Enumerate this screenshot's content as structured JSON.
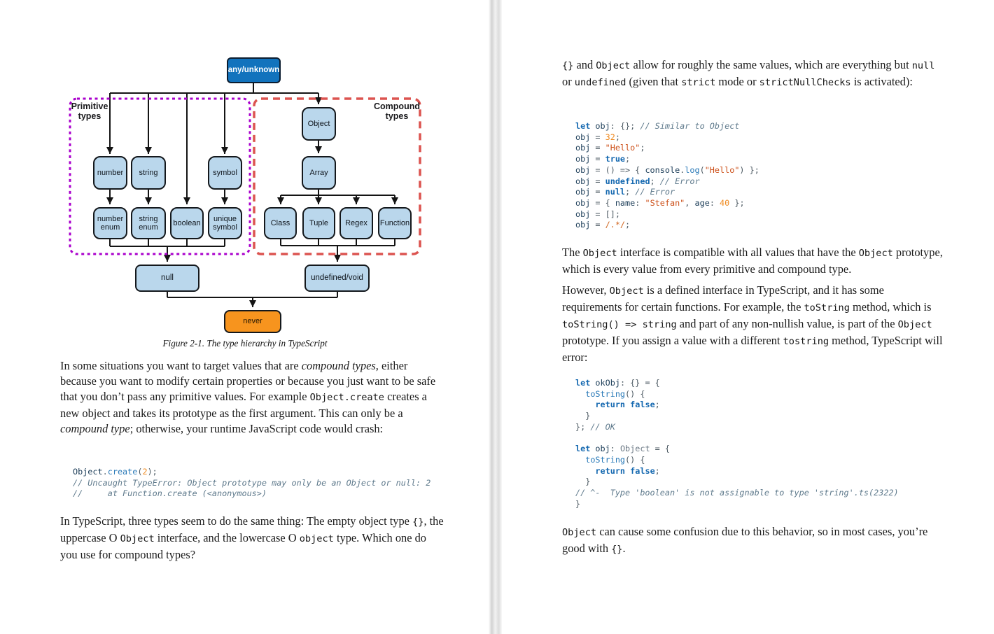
{
  "figure": {
    "caption": "Figure 2-1. The type hierarchy in TypeScript",
    "nodes": {
      "any_unknown": "any/unknown",
      "object": "Object",
      "array": "Array",
      "number": "number",
      "string": "string",
      "symbol": "symbol",
      "boolean": "boolean",
      "class": "Class",
      "tuple": "Tuple",
      "regex": "Regex",
      "function": "Function",
      "null": "null",
      "undefined_void": "undefined/void",
      "never": "never",
      "number_enum_1": "number",
      "number_enum_2": "enum",
      "string_enum_1": "string",
      "string_enum_2": "enum",
      "unique_symbol_1": "unique",
      "unique_symbol_2": "symbol",
      "primitive_label_1": "Primitive",
      "primitive_label_2": "types",
      "compound_label_1": "Compound",
      "compound_label_2": "types"
    },
    "colors": {
      "node_fill": "#bad7ec",
      "node_border": "#14181c",
      "root_fill": "#1273bd",
      "never_fill": "#f7941e",
      "primitive": "#aa00cc",
      "compound": "#dc5450",
      "line": "#141414"
    }
  },
  "code_theme": {
    "tk_kw": "#1468b0",
    "tk_fn": "#2a7ab8",
    "tk_id": "#1c3d58",
    "tk_num": "#ef8a20",
    "tk_str": "#cc4f18",
    "tk_re": "#d1661f",
    "tk_cm": "#5f7a8c",
    "tk_ty": "#6d7a86",
    "tk_p": "#4d5a63"
  },
  "left_page": {
    "para1": [
      [
        "t",
        "In some situations you want to target values that are "
      ],
      [
        "em",
        "compound types"
      ],
      [
        "t",
        ", either because you want to modify certain properties or because you just want to be safe that you don’t pass any primitive values. For example "
      ],
      [
        "c",
        "Object.create"
      ],
      [
        "t",
        " creates a new object and takes its prototype as the first argument. This can only be a "
      ],
      [
        "em",
        "compound type"
      ],
      [
        "t",
        "; otherwise, your runtime JavaScript code would crash:"
      ]
    ],
    "code1": [
      [
        [
          "id",
          "Object"
        ],
        [
          "p",
          "."
        ],
        [
          "fn",
          "create"
        ],
        [
          "p",
          "("
        ],
        [
          "num",
          "2"
        ],
        [
          "p",
          ");"
        ]
      ],
      [
        [
          "cm",
          "// Uncaught TypeError: Object prototype may only be an Object or null: 2"
        ]
      ],
      [
        [
          "cm",
          "//     at Function.create (<anonymous>)"
        ]
      ]
    ],
    "para2": [
      [
        "t",
        "In TypeScript, three types seem to do the same thing: The empty object type "
      ],
      [
        "c",
        "{}"
      ],
      [
        "t",
        ", the uppercase O "
      ],
      [
        "c",
        "Object"
      ],
      [
        "t",
        " interface, and the lowercase O "
      ],
      [
        "c",
        "object"
      ],
      [
        "t",
        " type. Which one do you use for compound types?"
      ]
    ]
  },
  "right_page": {
    "para1": [
      [
        "c",
        "{}"
      ],
      [
        "t",
        " and "
      ],
      [
        "c",
        "Object"
      ],
      [
        "t",
        " allow for roughly the same values, which are everything but "
      ],
      [
        "c",
        "null"
      ],
      [
        "t",
        " or "
      ],
      [
        "c",
        "undefined"
      ],
      [
        "t",
        " (given that "
      ],
      [
        "c",
        "strict"
      ],
      [
        "t",
        " mode or "
      ],
      [
        "c",
        "strictNullChecks"
      ],
      [
        "t",
        " is activated):"
      ]
    ],
    "code1": [
      [
        [
          "kw",
          "let"
        ],
        [
          "p",
          " "
        ],
        [
          "id",
          "obj"
        ],
        [
          "p",
          ": {}; "
        ],
        [
          "cm",
          "// Similar to Object"
        ]
      ],
      [
        [
          "id",
          "obj"
        ],
        [
          "p",
          " = "
        ],
        [
          "num",
          "32"
        ],
        [
          "p",
          ";"
        ]
      ],
      [
        [
          "id",
          "obj"
        ],
        [
          "p",
          " = "
        ],
        [
          "str",
          "\"Hello\""
        ],
        [
          "p",
          ";"
        ]
      ],
      [
        [
          "id",
          "obj"
        ],
        [
          "p",
          " = "
        ],
        [
          "kw",
          "true"
        ],
        [
          "p",
          ";"
        ]
      ],
      [
        [
          "id",
          "obj"
        ],
        [
          "p",
          " = () => { "
        ],
        [
          "id",
          "console"
        ],
        [
          "p",
          "."
        ],
        [
          "fn",
          "log"
        ],
        [
          "p",
          "("
        ],
        [
          "str",
          "\"Hello\""
        ],
        [
          "p",
          ") };"
        ]
      ],
      [
        [
          "id",
          "obj"
        ],
        [
          "p",
          " = "
        ],
        [
          "kw",
          "undefined"
        ],
        [
          "p",
          "; "
        ],
        [
          "cm",
          "// Error"
        ]
      ],
      [
        [
          "id",
          "obj"
        ],
        [
          "p",
          " = "
        ],
        [
          "kw",
          "null"
        ],
        [
          "p",
          "; "
        ],
        [
          "cm",
          "// Error"
        ]
      ],
      [
        [
          "id",
          "obj"
        ],
        [
          "p",
          " = { "
        ],
        [
          "id",
          "name"
        ],
        [
          "p",
          ": "
        ],
        [
          "str",
          "\"Stefan\""
        ],
        [
          "p",
          ", "
        ],
        [
          "id",
          "age"
        ],
        [
          "p",
          ": "
        ],
        [
          "num",
          "40"
        ],
        [
          "p",
          " };"
        ]
      ],
      [
        [
          "id",
          "obj"
        ],
        [
          "p",
          " = [];"
        ]
      ],
      [
        [
          "id",
          "obj"
        ],
        [
          "p",
          " = "
        ],
        [
          "re",
          "/.*/"
        ],
        [
          "p",
          ";"
        ]
      ]
    ],
    "para2": [
      [
        "t",
        "The "
      ],
      [
        "c",
        "Object"
      ],
      [
        "t",
        " interface is compatible with all values that have the "
      ],
      [
        "c",
        "Object"
      ],
      [
        "t",
        " prototype, which is every value from every primitive and compound type."
      ]
    ],
    "para3": [
      [
        "t",
        "However, "
      ],
      [
        "c",
        "Object"
      ],
      [
        "t",
        " is a defined interface in TypeScript, and it has some requirements for certain functions. For example, the "
      ],
      [
        "c",
        "toString"
      ],
      [
        "t",
        " method, which is "
      ],
      [
        "c",
        "toString() => string"
      ],
      [
        "t",
        " and part of any non-nullish value, is part of the "
      ],
      [
        "c",
        "Object"
      ],
      [
        "t",
        " prototype. If you assign a value with a different "
      ],
      [
        "c",
        "tostring"
      ],
      [
        "t",
        " method, TypeScript will error:"
      ]
    ],
    "code2": [
      [
        [
          "kw",
          "let"
        ],
        [
          "p",
          " "
        ],
        [
          "id",
          "okObj"
        ],
        [
          "p",
          ": {} = {"
        ]
      ],
      [
        [
          "p",
          "  "
        ],
        [
          "fn",
          "toString"
        ],
        [
          "p",
          "() {"
        ]
      ],
      [
        [
          "p",
          "    "
        ],
        [
          "kw",
          "return"
        ],
        [
          "p",
          " "
        ],
        [
          "kw",
          "false"
        ],
        [
          "p",
          ";"
        ]
      ],
      [
        [
          "p",
          "  }"
        ]
      ],
      [
        [
          "p",
          "}; "
        ],
        [
          "cm",
          "// OK"
        ]
      ],
      [],
      [
        [
          "kw",
          "let"
        ],
        [
          "p",
          " "
        ],
        [
          "id",
          "obj"
        ],
        [
          "p",
          ": "
        ],
        [
          "ty",
          "Object"
        ],
        [
          "p",
          " = {"
        ]
      ],
      [
        [
          "p",
          "  "
        ],
        [
          "fn",
          "toString"
        ],
        [
          "p",
          "() {"
        ]
      ],
      [
        [
          "p",
          "    "
        ],
        [
          "kw",
          "return"
        ],
        [
          "p",
          " "
        ],
        [
          "kw",
          "false"
        ],
        [
          "p",
          ";"
        ]
      ],
      [
        [
          "p",
          "  }"
        ]
      ],
      [
        [
          "cm",
          "// ^-  Type 'boolean' is not assignable to type 'string'.ts(2322)"
        ]
      ],
      [
        [
          "p",
          "}"
        ]
      ]
    ],
    "para4": [
      [
        "c",
        "Object"
      ],
      [
        "t",
        " can cause some confusion due to this behavior, so in most cases, you’re good with "
      ],
      [
        "c",
        "{}"
      ],
      [
        "t",
        "."
      ]
    ]
  }
}
